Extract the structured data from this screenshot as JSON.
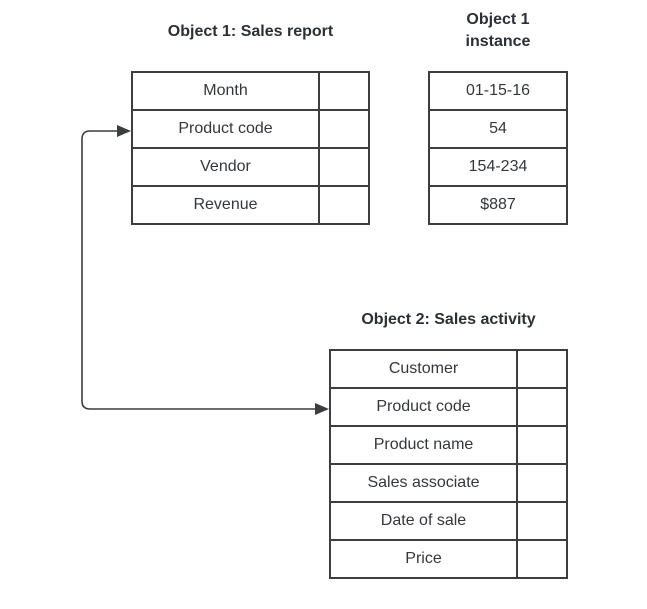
{
  "object1": {
    "title": "Object 1: Sales report",
    "fields": [
      "Month",
      "Product code",
      "Vendor",
      "Revenue"
    ]
  },
  "instance": {
    "title_line1": "Object 1",
    "title_line2": "instance",
    "values": [
      "01-15-16",
      "54",
      "154-234",
      "$887"
    ]
  },
  "object2": {
    "title": "Object 2: Sales activity",
    "fields": [
      "Customer",
      "Product code",
      "Product name",
      "Sales associate",
      "Date of sale",
      "Price"
    ]
  },
  "colors": {
    "line": "#3b3d42",
    "text": "#34373c"
  }
}
